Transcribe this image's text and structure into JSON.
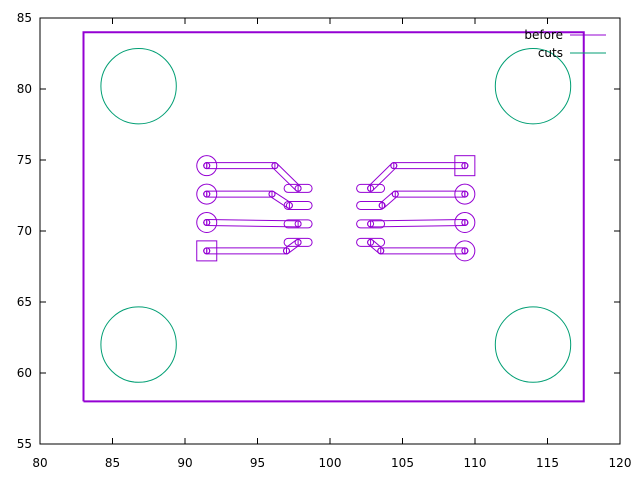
{
  "chart_data": {
    "type": "line",
    "title": "",
    "xlabel": "",
    "ylabel": "",
    "xlim": [
      80,
      120
    ],
    "ylim": [
      55,
      85
    ],
    "x_ticks": [
      "80",
      "85",
      "90",
      "95",
      "100",
      "105",
      "110",
      "115",
      "120"
    ],
    "y_ticks": [
      "55",
      "60",
      "65",
      "70",
      "75",
      "80",
      "85"
    ],
    "grid": false,
    "legend_position": "top-right",
    "series": [
      {
        "name": "before",
        "color": "#9400d3",
        "description": "PCB outline rectangle and pads/traces",
        "outline": [
          [
            83,
            58
          ],
          [
            117.5,
            58
          ],
          [
            117.5,
            84
          ],
          [
            83,
            84
          ],
          [
            83,
            58
          ]
        ],
        "left_pads": [
          [
            91.5,
            74.6
          ],
          [
            91.5,
            72.6
          ],
          [
            91.5,
            70.6
          ],
          [
            91.5,
            68.6
          ]
        ],
        "right_pads": [
          [
            109.3,
            74.6
          ],
          [
            109.3,
            72.6
          ],
          [
            109.3,
            70.6
          ],
          [
            109.3,
            68.6
          ]
        ],
        "left_smd": [
          [
            97.8,
            73.0
          ],
          [
            97.8,
            71.8
          ],
          [
            97.8,
            70.5
          ],
          [
            97.8,
            69.2
          ]
        ],
        "right_smd": [
          [
            102.8,
            73.0
          ],
          [
            102.8,
            71.8
          ],
          [
            102.8,
            70.5
          ],
          [
            102.8,
            69.2
          ]
        ]
      },
      {
        "name": "cuts",
        "color": "#009e73",
        "description": "Mounting hole circles",
        "circles": [
          [
            86.8,
            80.2,
            2.6
          ],
          [
            114.0,
            80.2,
            2.6
          ],
          [
            86.8,
            62.0,
            2.6
          ],
          [
            114.0,
            62.0,
            2.6
          ]
        ]
      }
    ]
  },
  "legend": {
    "before": "before",
    "cuts": "cuts"
  }
}
